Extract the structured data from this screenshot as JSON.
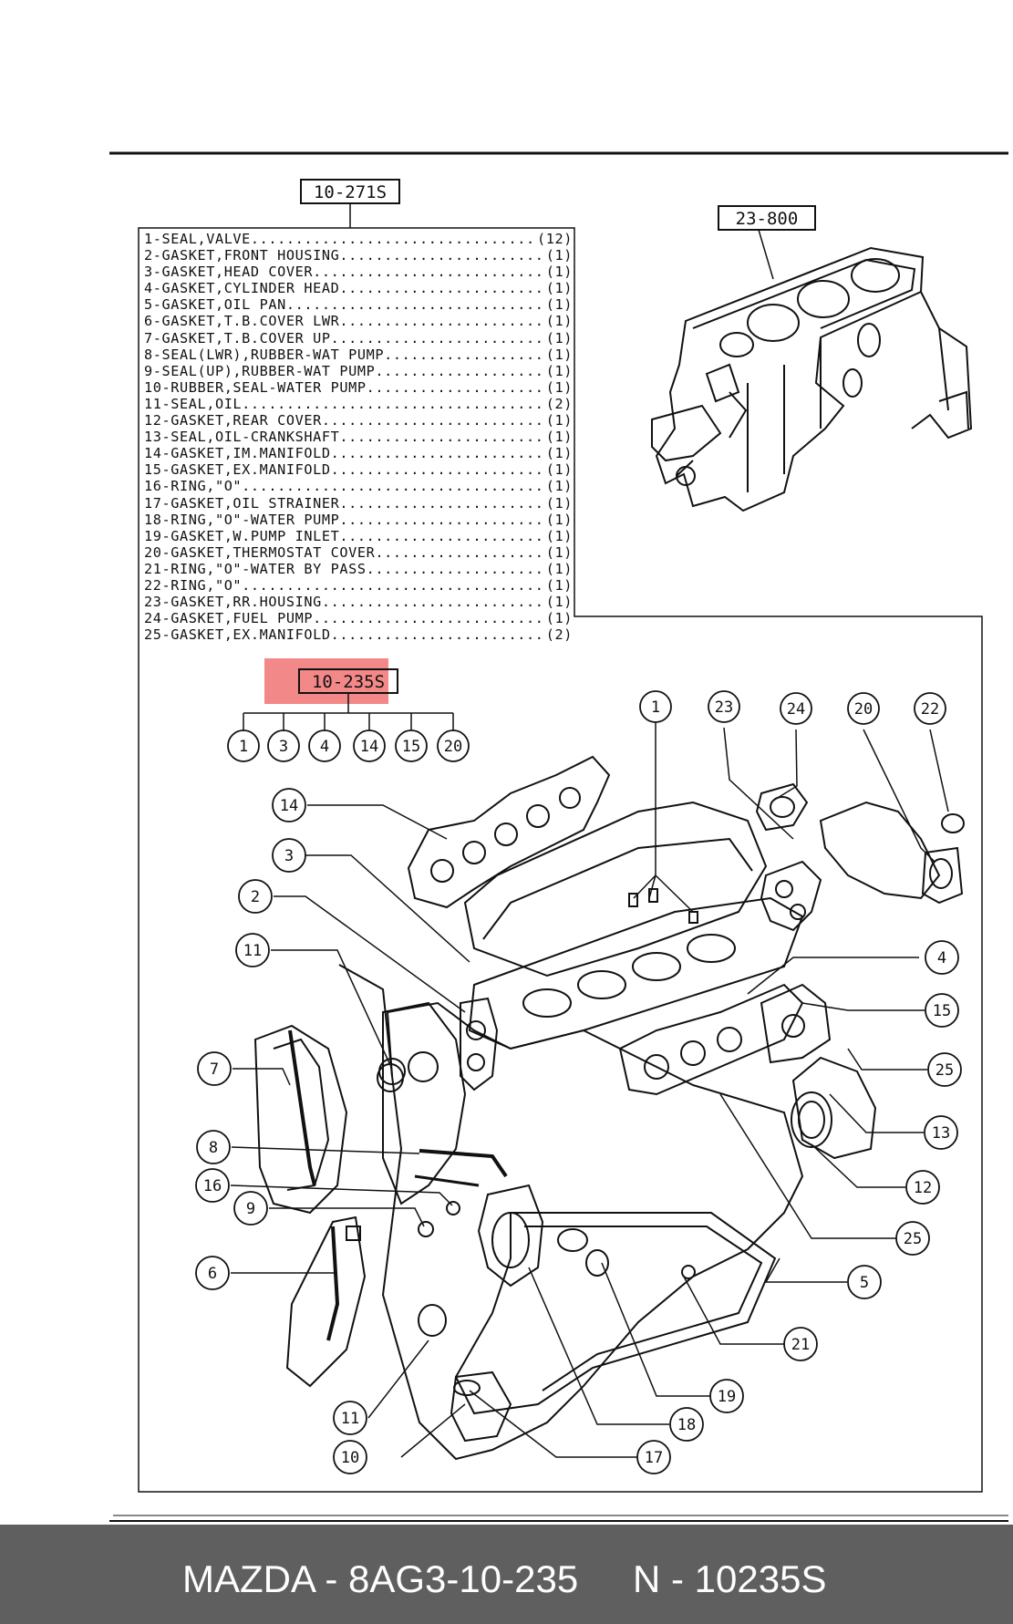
{
  "kit_label": "10-271S",
  "block_label": "23-800",
  "set_label": "10-235S",
  "parts_list": [
    {
      "text": "1-SEAL,VALVE",
      "qty": "(12)"
    },
    {
      "text": "2-GASKET,FRONT HOUSING",
      "qty": "(1)"
    },
    {
      "text": "3-GASKET,HEAD COVER",
      "qty": "(1)"
    },
    {
      "text": "4-GASKET,CYLINDER HEAD",
      "qty": "(1)"
    },
    {
      "text": "5-GASKET,OIL PAN",
      "qty": "(1)"
    },
    {
      "text": "6-GASKET,T.B.COVER LWR",
      "qty": "(1)"
    },
    {
      "text": "7-GASKET,T.B.COVER UP",
      "qty": "(1)"
    },
    {
      "text": "8-SEAL(LWR),RUBBER-WAT PUMP",
      "qty": "(1)"
    },
    {
      "text": "9-SEAL(UP),RUBBER-WAT PUMP",
      "qty": "(1)"
    },
    {
      "text": "10-RUBBER,SEAL-WATER PUMP",
      "qty": "(1)"
    },
    {
      "text": "11-SEAL,OIL",
      "qty": "(2)"
    },
    {
      "text": "12-GASKET,REAR COVER",
      "qty": "(1)"
    },
    {
      "text": "13-SEAL,OIL-CRANKSHAFT",
      "qty": "(1)"
    },
    {
      "text": "14-GASKET,IM.MANIFOLD",
      "qty": "(1)"
    },
    {
      "text": "15-GASKET,EX.MANIFOLD",
      "qty": "(1)"
    },
    {
      "text": "16-RING,\"O\"",
      "qty": "(1)"
    },
    {
      "text": "17-GASKET,OIL STRAINER",
      "qty": "(1)"
    },
    {
      "text": "18-RING,\"O\"-WATER PUMP",
      "qty": "(1)"
    },
    {
      "text": "19-GASKET,W.PUMP INLET",
      "qty": "(1)"
    },
    {
      "text": "20-GASKET,THERMOSTAT COVER",
      "qty": "(1)"
    },
    {
      "text": "21-RING,\"O\"-WATER BY PASS",
      "qty": "(1)"
    },
    {
      "text": "22-RING,\"O\"",
      "qty": "(1)"
    },
    {
      "text": "23-GASKET,RR.HOUSING",
      "qty": "(1)"
    },
    {
      "text": "24-GASKET,FUEL PUMP",
      "qty": "(1)"
    },
    {
      "text": "25-GASKET,EX.MANIFOLD",
      "qty": "(2)"
    }
  ],
  "set_items": [
    "1",
    "3",
    "4",
    "14",
    "15",
    "20"
  ],
  "callouts": {
    "c1": "1",
    "c23": "23",
    "c24": "24",
    "c20": "20",
    "c22": "22",
    "c14": "14",
    "c3": "3",
    "c2": "2",
    "c11a": "11",
    "c7": "7",
    "c8": "8",
    "c16": "16",
    "c9": "9",
    "c6": "6",
    "c11b": "11",
    "c10": "10",
    "c4": "4",
    "c15": "15",
    "c25a": "25",
    "c13": "13",
    "c12": "12",
    "c25b": "25",
    "c5": "5",
    "c21": "21",
    "c19": "19",
    "c18": "18",
    "c17": "17"
  },
  "highlight_color": "#f06a6a",
  "footer": {
    "left": "MAZDA - 8AG3-10-235",
    "right": "N - 10235S"
  }
}
